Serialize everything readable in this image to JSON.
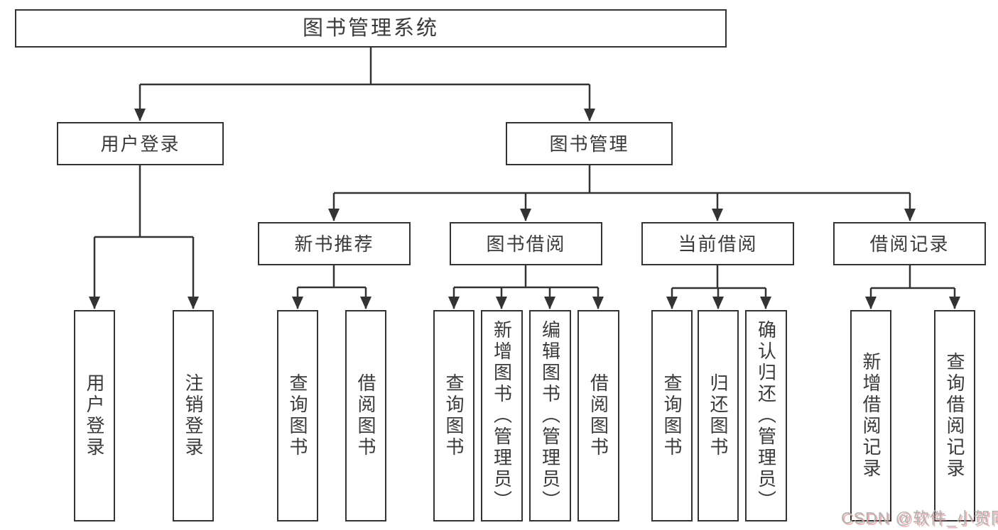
{
  "colors": {
    "background": "#ffffff",
    "line": "#333333",
    "box_border": "#333333",
    "text": "#3a3a3a",
    "watermark_text": "#b2b2b2",
    "watermark_shadow": "#de7878"
  },
  "nodes": {
    "root": {
      "label": "图书管理系统"
    },
    "user_login": {
      "label": "用户登录"
    },
    "book_mgmt": {
      "label": "图书管理"
    },
    "new_book_rec": {
      "label": "新书推荐"
    },
    "book_borrow": {
      "label": "图书借阅"
    },
    "current_borrow": {
      "label": "当前借阅"
    },
    "borrow_record": {
      "label": "借阅记录"
    }
  },
  "leaves": [
    {
      "label": "用户登录"
    },
    {
      "label": "注销登录"
    },
    {
      "label": "查询图书"
    },
    {
      "label": "借阅图书"
    },
    {
      "label": "查询图书"
    },
    {
      "label": "新增图书（管理员）"
    },
    {
      "label": "编辑图书（管理员）"
    },
    {
      "label": "借阅图书"
    },
    {
      "label": "查询图书"
    },
    {
      "label": "归还图书"
    },
    {
      "label": "确认归还（管理员）"
    },
    {
      "label": "新增借阅记录"
    },
    {
      "label": "查询借阅记录"
    }
  ],
  "hierarchy": {
    "图书管理系统": [
      "用户登录",
      "图书管理"
    ],
    "用户登录": [
      "用户登录",
      "注销登录"
    ],
    "图书管理": [
      "新书推荐",
      "图书借阅",
      "当前借阅",
      "借阅记录"
    ],
    "新书推荐": [
      "查询图书",
      "借阅图书"
    ],
    "图书借阅": [
      "查询图书",
      "新增图书（管理员）",
      "编辑图书（管理员）",
      "借阅图书"
    ],
    "当前借阅": [
      "查询图书",
      "归还图书",
      "确认归还（管理员）"
    ],
    "借阅记录": [
      "新增借阅记录",
      "查询借阅记录"
    ]
  },
  "watermark": {
    "text": "CSDN @软件_小贺同学"
  }
}
